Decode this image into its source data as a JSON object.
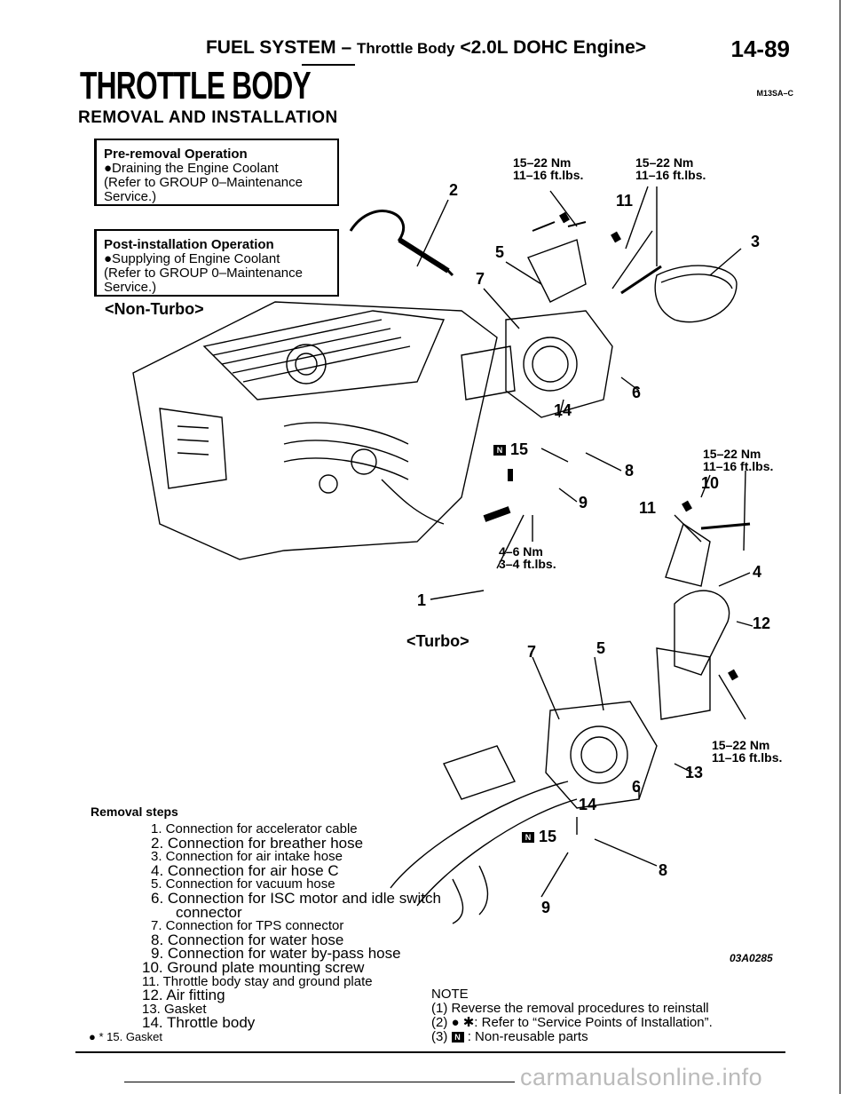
{
  "header": {
    "system": "FUEL SYSTEM",
    "dash": "–",
    "subject": "Throttle Body",
    "engine": "<2.0L DOHC Engine>",
    "page_number": "14-89"
  },
  "title": "THROTTLE BODY",
  "doc_id": "M13SA–C",
  "section": "REMOVAL AND INSTALLATION",
  "pre_removal": {
    "heading": "Pre-removal Operation",
    "lines": [
      "●Draining the Engine Coolant",
      "(Refer to GROUP 0–Maintenance",
      "Service.)"
    ]
  },
  "post_installation": {
    "heading": "Post-installation Operation",
    "lines": [
      "●Supplying of Engine Coolant",
      "(Refer to GROUP 0–Maintenance",
      "Service.)"
    ]
  },
  "variants": {
    "non_turbo": "<Non-Turbo>",
    "turbo": "<Turbo>"
  },
  "torques": {
    "t1a": "15–22 Nm",
    "t1b": "11–16 ft.lbs.",
    "t2a": "15–22 Nm",
    "t2b": "11–16 ft.lbs.",
    "t3a": "15–22 Nm",
    "t3b": "11–16 ft.lbs.",
    "t4a": "4–6 Nm",
    "t4b": "3–4 ft.lbs.",
    "t5a": "15–22 Nm",
    "t5b": "11–16 ft.lbs."
  },
  "callouts": {
    "c2": "2",
    "c11a": "11",
    "c3": "3",
    "c5a": "5",
    "c7a": "7",
    "c6a": "6",
    "c14a": "14",
    "c15a": "15",
    "c8a": "8",
    "c10": "10",
    "c9a": "9",
    "c11b": "11",
    "c4": "4",
    "c1": "1",
    "c12": "12",
    "c7b": "7",
    "c5b": "5",
    "c13": "13",
    "c6b": "6",
    "c14b": "14",
    "c15b": "15",
    "c8b": "8",
    "c9b": "9",
    "badge": "N"
  },
  "figure_id": "03A0285",
  "removal_steps": {
    "heading": "Removal steps",
    "items": [
      "1. Connection for accelerator cable",
      "2. Connection for breather hose",
      "3. Connection for air intake hose",
      "4. Connection for air hose C",
      "5. Connection for vacuum hose",
      "6. Connection for ISC motor and idle switch",
      "connector",
      "7. Connection for TPS connector",
      "8. Connection for water hose",
      "9. Connection for water by-pass hose",
      "10. Ground plate mounting screw",
      "11. Throttle body stay and ground plate",
      "12. Air fitting",
      "13. Gasket",
      "14. Throttle body",
      "● * 15. Gasket"
    ]
  },
  "note": {
    "heading": "NOTE",
    "line1": "(1) Reverse the removal procedures to reinstall",
    "line2": "(2) ● ✱: Refer to “Service Points of Installation”.",
    "line3_prefix": "(3)",
    "line3_text": ": Non-reusable parts"
  },
  "watermark": "carmanualsonline.info"
}
